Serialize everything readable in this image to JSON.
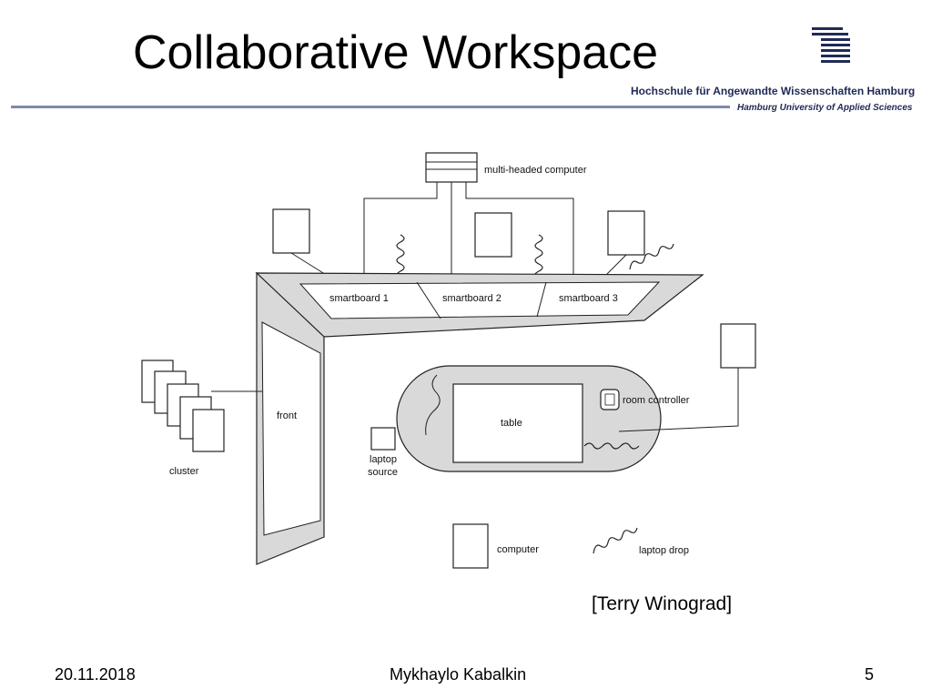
{
  "slide": {
    "title": "Collaborative Workspace",
    "university_de": "Hochschule für Angewandte Wissenschaften Hamburg",
    "university_en": "Hamburg University of Applied Sciences",
    "citation": "[Terry Winograd]"
  },
  "footer": {
    "date": "20.11.2018",
    "author": "Mykhaylo Kabalkin",
    "page": "5"
  },
  "diagram": {
    "multi_headed_computer": "multi-headed computer",
    "smartboard_1": "smartboard 1",
    "smartboard_2": "smartboard 2",
    "smartboard_3": "smartboard 3",
    "front": "front",
    "cluster": "cluster",
    "table": "table",
    "room_controller": "room controller",
    "laptop_source_line1": "laptop",
    "laptop_source_line2": "source",
    "legend_computer": "computer",
    "legend_laptop_drop": "laptop drop"
  },
  "colors": {
    "header_rule": "#7f8aa8",
    "logo_navy": "#1f2a55",
    "diagram_gray": "#d9d9d9"
  }
}
